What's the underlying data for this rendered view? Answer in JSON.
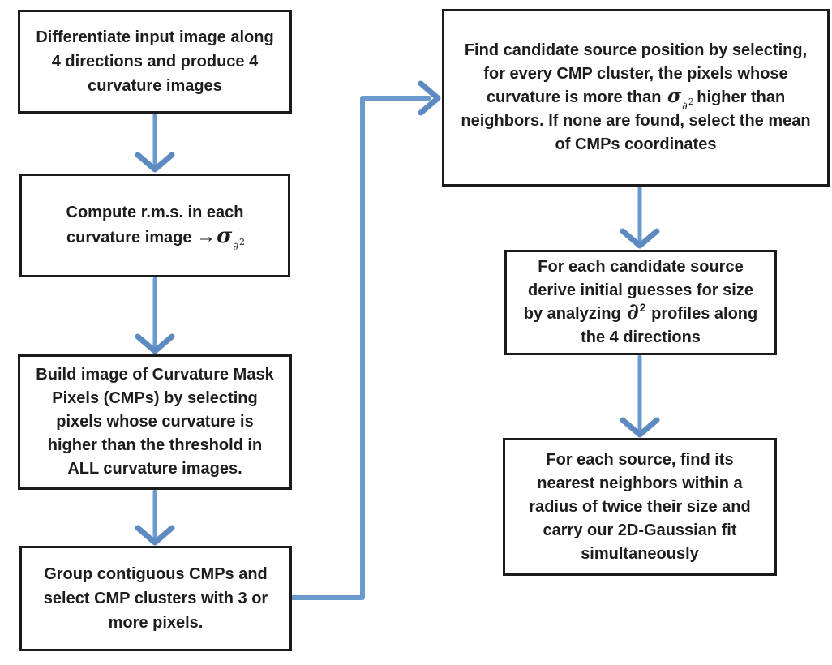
{
  "colors": {
    "arrow_shaft": "#6b9ace",
    "arrow_head": "#5d8bc1",
    "box_border": "#1b1b1b",
    "text": "#1d1d1d",
    "background": "#ffffff"
  },
  "boxes": {
    "differentiate": {
      "lines": [
        "Differentiate input image along",
        "4 directions and produce 4",
        "curvature images"
      ]
    },
    "compute_rms": {
      "line1": "Compute r.m.s. in each",
      "line2_before": "curvature image ",
      "arrow_symbol": "→",
      "sigma": "σ",
      "partial": "∂",
      "exponent": "2"
    },
    "build_cmp": {
      "lines": [
        "Build image of Curvature Mask",
        "Pixels (CMPs) by selecting",
        "pixels whose curvature is",
        "higher than the threshold in",
        "ALL curvature images."
      ]
    },
    "group_cmp": {
      "lines": [
        "Group contiguous CMPs and",
        "select CMP clusters with 3 or",
        "more pixels."
      ]
    },
    "find_candidate": {
      "line1": "Find candidate source position by selecting,",
      "line2": "for every CMP cluster, the pixels whose",
      "line3_before": "curvature is more than ",
      "sigma": "σ",
      "partial": "∂",
      "exponent": "2",
      "line3_after": " higher than",
      "line4": "neighbors. If none are found, select the mean",
      "line5": "of CMPs coordinates"
    },
    "derive_guesses": {
      "line1": "For each candidate source",
      "line2": "derive initial guesses for size",
      "line3_before": "by analyzing ",
      "partial": "∂",
      "exponent": "2",
      "line3_after": " profiles along",
      "line4": "the 4 directions"
    },
    "gaussian_fit": {
      "lines": [
        "For each source, find its",
        "nearest neighbors within a",
        "radius of twice their size and",
        "carry our 2D-Gaussian fit",
        "simultaneously"
      ]
    }
  }
}
